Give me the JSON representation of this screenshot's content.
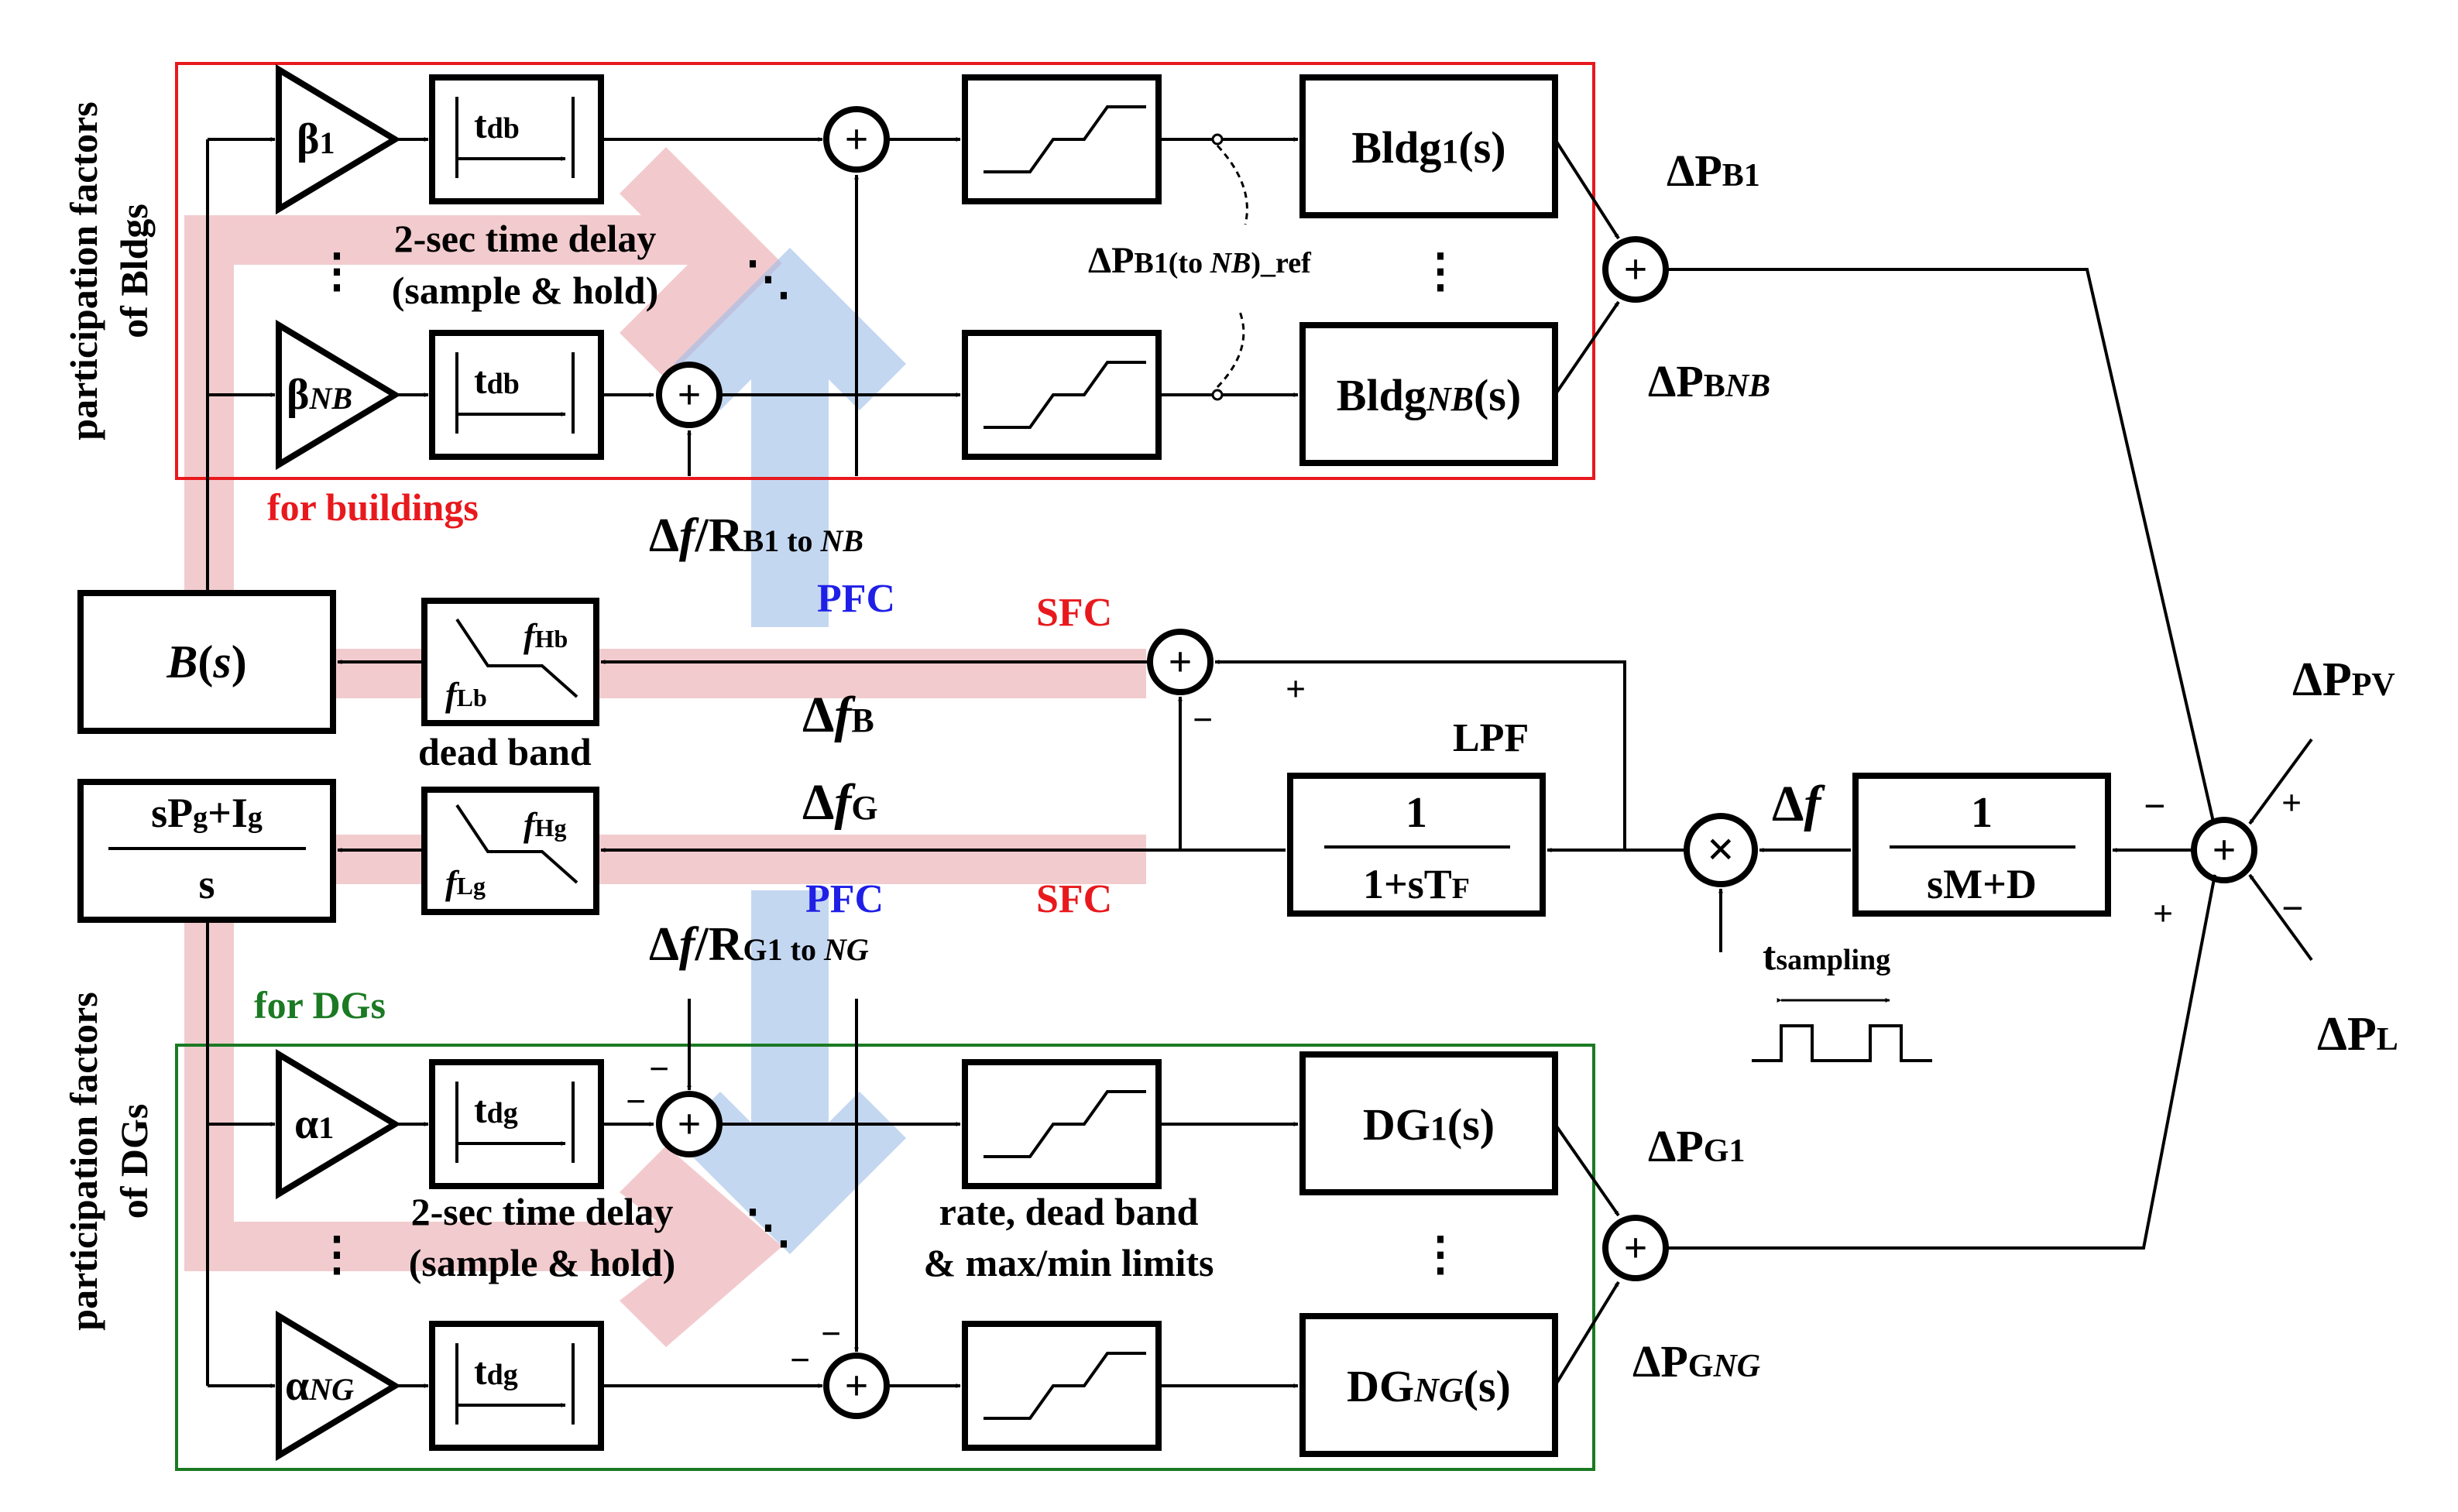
{
  "colors": {
    "buildings": "#e8191d",
    "dgs": "#1b7a23",
    "pfc": "#1f1fe6",
    "sfc": "#e8191d",
    "sfc_band": "#f2b8bb",
    "pfc_band": "#b3cdee"
  },
  "side_labels": {
    "bldgs_line1": "participation factors",
    "bldgs_line2": "of Bldgs",
    "dgs_line1": "participation factors",
    "dgs_line2": "of DGs"
  },
  "group_labels": {
    "buildings": "for buildings",
    "dgs": "for DGs"
  },
  "gains": {
    "beta_top": {
      "main": "β",
      "sub": "1"
    },
    "beta_bottom": {
      "main": "β",
      "sub": "NB"
    },
    "alpha_top": {
      "main": "α",
      "sub": "1"
    },
    "alpha_bottom": {
      "main": "α",
      "sub": "NG"
    }
  },
  "delays": {
    "bldg": {
      "main": "t",
      "sub": "db"
    },
    "dg": {
      "main": "t",
      "sub": "dg"
    }
  },
  "delay_text": {
    "line1": "2-sec time delay",
    "line2": "(sample & hold)"
  },
  "plants": {
    "bldg1": {
      "a": "Bldg",
      "b": "1",
      "c": "(s)"
    },
    "bldgNB": {
      "a": "Bldg",
      "b": "NB",
      "c": "(s)"
    },
    "dg1": {
      "a": "DG",
      "b": "1",
      "c": "(s)"
    },
    "dgNG": {
      "a": "DG",
      "b": "NG",
      "c": "(s)"
    }
  },
  "outputs": {
    "pb1": {
      "delta": "ΔP",
      "sub": "B1"
    },
    "pbnb": {
      "delta": "ΔP",
      "sub1": "B",
      "sub2": "NB"
    },
    "pg1": {
      "delta": "ΔP",
      "sub": "G1"
    },
    "pgng": {
      "delta": "ΔP",
      "sub1": "G",
      "sub2": "NG"
    }
  },
  "ref_label": {
    "delta": "ΔP",
    "s1": "B1(to ",
    "s2": "NB",
    "s3": ")_ref"
  },
  "droop_b": {
    "d": "Δ",
    "f": "f",
    "slash": "/R",
    "s1": "B1 to ",
    "s2": "NB"
  },
  "droop_g": {
    "d": "Δ",
    "f": "f",
    "slash": "/R",
    "s1": "G1 to ",
    "s2": "NG"
  },
  "pfc_label": "PFC",
  "sfc_label": "SFC",
  "df_b": {
    "d": "Δ",
    "f": "f",
    "sub": "B"
  },
  "df_g": {
    "d": "Δ",
    "f": "f",
    "sub": "G"
  },
  "df": {
    "d": "Δ",
    "f": "f"
  },
  "bs": {
    "b": "B",
    "open": "(",
    "s": "s",
    "close": ")"
  },
  "pi": {
    "num1": "sP",
    "sub_g": "g",
    "num2": "+I",
    "den": "s"
  },
  "deadband_b": {
    "fh": "f",
    "fh_sub": "Hb",
    "fl": "f",
    "fl_sub": "Lb"
  },
  "deadband_g": {
    "fh": "f",
    "fh_sub": "Hg",
    "fl": "f",
    "fl_sub": "Lg"
  },
  "deadband_label": "dead band",
  "lpf": {
    "label": "LPF",
    "num": "1",
    "den1": "1+sT",
    "den_sub": "F"
  },
  "swing": {
    "num": "1",
    "den": "sM+D"
  },
  "sampling": {
    "t": "t",
    "sub": "sampling"
  },
  "limits_text": {
    "line1": "rate, dead band",
    "line2": "& max/min limits"
  },
  "pv": {
    "delta": "ΔP",
    "sub": "PV"
  },
  "load": {
    "delta": "ΔP",
    "sub": "L"
  },
  "signs": {
    "plus": "+",
    "minus": "−"
  },
  "ellipsis": "⋮",
  "ellipsis_diag": "⋱",
  "sum_symbol": "+",
  "mult_symbol": "×"
}
